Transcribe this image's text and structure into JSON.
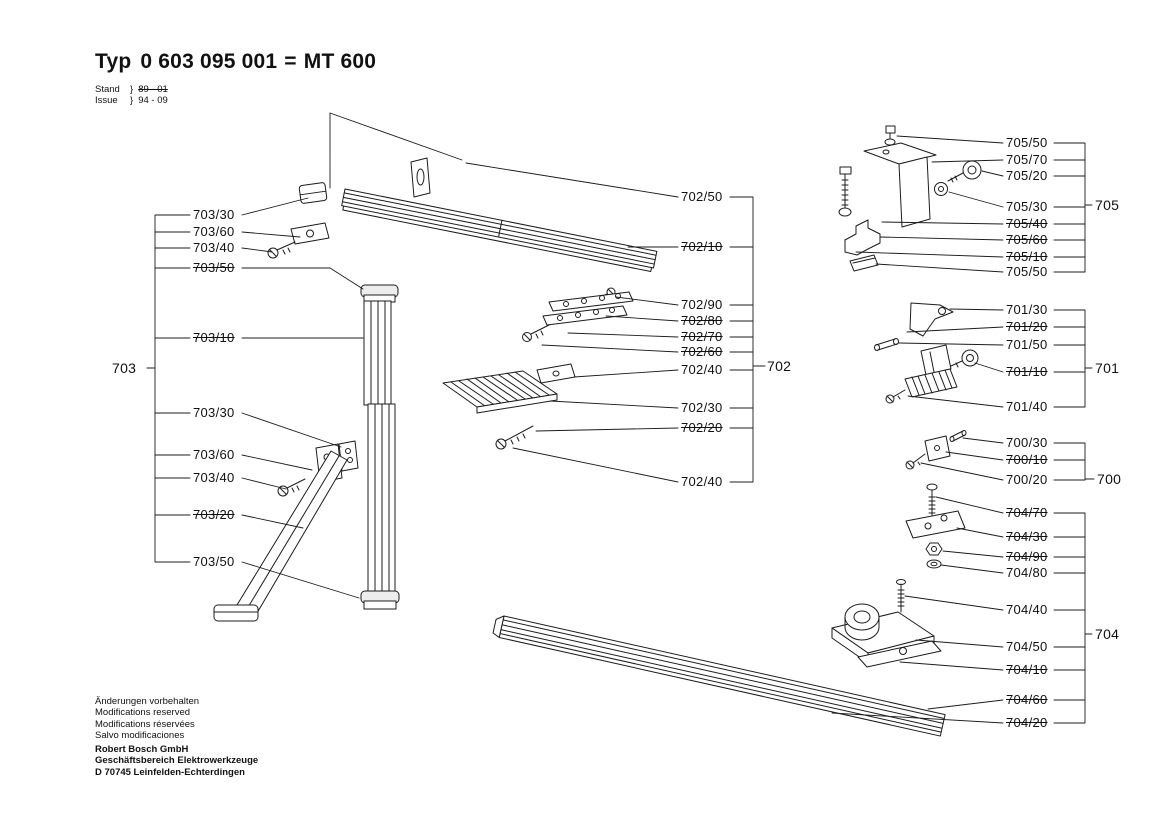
{
  "title": {
    "prefix": "Typ",
    "part_number": "0 603 095 001",
    "separator": "=",
    "model": "MT 600"
  },
  "revision": {
    "stand": {
      "label": "Stand",
      "brace": "}",
      "value": "89 - 01",
      "struck": true
    },
    "issue": {
      "label": "Issue",
      "brace": "}",
      "value": "94 - 09",
      "struck": false
    }
  },
  "groups": {
    "g703": {
      "label": "703",
      "items": [
        {
          "label": "703/30",
          "struck": false
        },
        {
          "label": "703/60",
          "struck": false
        },
        {
          "label": "703/40",
          "struck": false
        },
        {
          "label": "703/50",
          "struck": true
        },
        {
          "label": "703/10",
          "struck": true
        },
        {
          "label": "703/30",
          "struck": false
        },
        {
          "label": "703/60",
          "struck": false
        },
        {
          "label": "703/40",
          "struck": false
        },
        {
          "label": "703/20",
          "struck": true
        },
        {
          "label": "703/50",
          "struck": false
        }
      ]
    },
    "g702": {
      "label": "702",
      "items": [
        {
          "label": "702/50",
          "struck": false
        },
        {
          "label": "702/10",
          "struck": true
        },
        {
          "label": "702/90",
          "struck": false
        },
        {
          "label": "702/80",
          "struck": true
        },
        {
          "label": "702/70",
          "struck": true
        },
        {
          "label": "702/60",
          "struck": true
        },
        {
          "label": "702/40",
          "struck": false
        },
        {
          "label": "702/30",
          "struck": false
        },
        {
          "label": "702/20",
          "struck": true
        },
        {
          "label": "702/40",
          "struck": false
        }
      ]
    },
    "g705": {
      "label": "705",
      "items": [
        {
          "label": "705/50",
          "struck": false
        },
        {
          "label": "705/70",
          "struck": false
        },
        {
          "label": "705/20",
          "struck": false
        },
        {
          "label": "705/30",
          "struck": false
        },
        {
          "label": "705/40",
          "struck": true
        },
        {
          "label": "705/60",
          "struck": true
        },
        {
          "label": "705/10",
          "struck": true
        },
        {
          "label": "705/50",
          "struck": false
        }
      ]
    },
    "g701": {
      "label": "701",
      "items": [
        {
          "label": "701/30",
          "struck": false
        },
        {
          "label": "701/20",
          "struck": true
        },
        {
          "label": "701/50",
          "struck": false
        },
        {
          "label": "701/10",
          "struck": true
        },
        {
          "label": "701/40",
          "struck": false
        }
      ]
    },
    "g700": {
      "label": "700",
      "items": [
        {
          "label": "700/30",
          "struck": false
        },
        {
          "label": "700/10",
          "struck": true
        },
        {
          "label": "700/20",
          "struck": false
        }
      ]
    },
    "g704": {
      "label": "704",
      "items": [
        {
          "label": "704/70",
          "struck": true
        },
        {
          "label": "704/30",
          "struck": true
        },
        {
          "label": "704/90",
          "struck": true
        },
        {
          "label": "704/80",
          "struck": false
        },
        {
          "label": "704/40",
          "struck": false
        },
        {
          "label": "704/50",
          "struck": false
        },
        {
          "label": "704/10",
          "struck": true
        },
        {
          "label": "704/60",
          "struck": true
        },
        {
          "label": "704/20",
          "struck": true
        }
      ]
    },
    "footer": null
  },
  "footer": {
    "notes": [
      "Änderungen vorbehalten",
      "Modifications reserved",
      "Modifications réservées",
      "Salvo modificaciones"
    ],
    "company": [
      "Robert Bosch GmbH",
      "Geschäftsbereich Elektrowerkzeuge",
      "D 70745 Leinfelden-Echterdingen"
    ]
  }
}
